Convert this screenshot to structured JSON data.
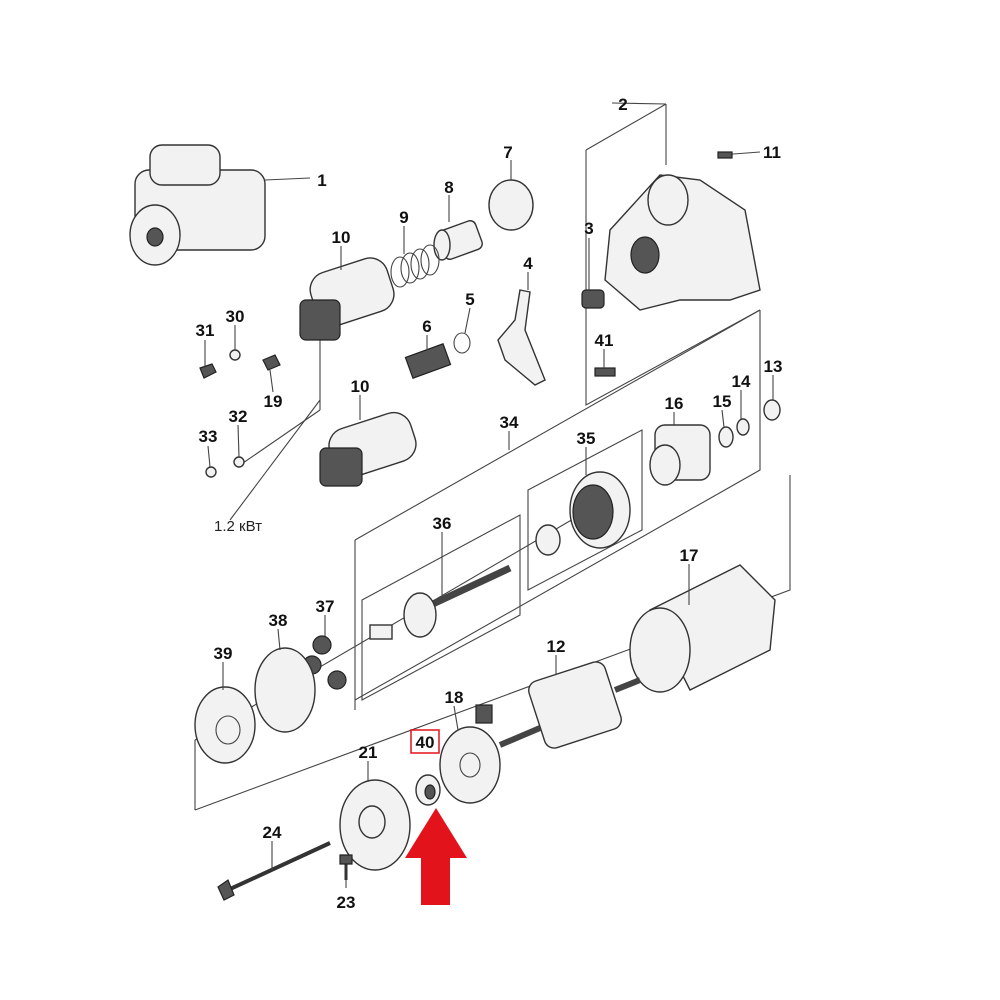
{
  "diagram": {
    "power_note": "1.2 кВт",
    "highlighted_part": "40",
    "highlight_color": "#e3131b",
    "labels": {
      "p1": "1",
      "p2": "2",
      "p3": "3",
      "p4": "4",
      "p5": "5",
      "p6": "6",
      "p7": "7",
      "p8": "8",
      "p9": "9",
      "p10a": "10",
      "p10b": "10",
      "p11": "11",
      "p12": "12",
      "p13": "13",
      "p14": "14",
      "p15": "15",
      "p16": "16",
      "p17": "17",
      "p18": "18",
      "p19": "19",
      "p21": "21",
      "p23": "23",
      "p24": "24",
      "p30": "30",
      "p31": "31",
      "p32": "32",
      "p33": "33",
      "p34": "34",
      "p35": "35",
      "p36": "36",
      "p37": "37",
      "p38": "38",
      "p39": "39",
      "p40": "40",
      "p41": "41"
    }
  }
}
